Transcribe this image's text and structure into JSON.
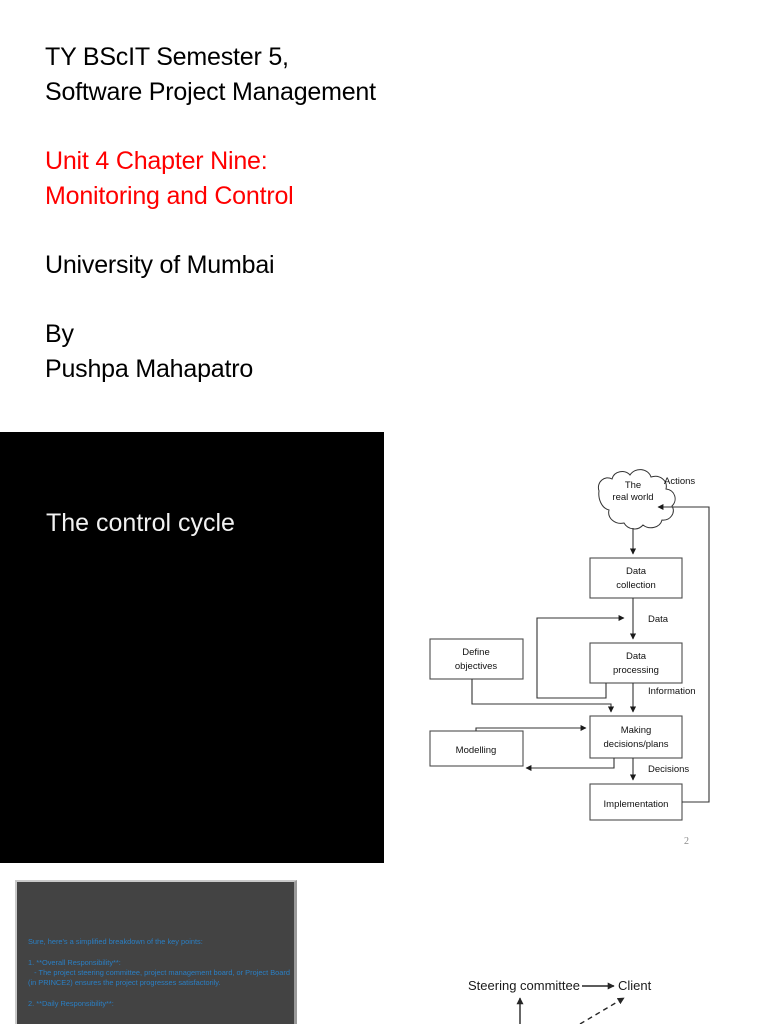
{
  "slide_title": {
    "lines": [
      {
        "text": "TY BScIT Semester 5,",
        "color": "#000000"
      },
      {
        "text": "Software Project Management",
        "color": "#000000"
      },
      {
        "text": "",
        "color": "#000000"
      },
      {
        "text": "Unit 4 Chapter Nine:",
        "color": "#FF0000"
      },
      {
        "text": "Monitoring and Control",
        "color": "#FF0000"
      },
      {
        "text": "",
        "color": "#000000"
      },
      {
        "text": "University of Mumbai",
        "color": "#000000"
      },
      {
        "text": "",
        "color": "#000000"
      },
      {
        "text": "By",
        "color": "#000000"
      },
      {
        "text": "Pushpa Mahapatro",
        "color": "#000000"
      }
    ],
    "line1": "TY BScIT Semester 5,",
    "line2": "Software Project Management",
    "line3": "Unit 4 Chapter Nine:",
    "line4": "Monitoring and Control",
    "line5": "University of Mumbai",
    "line6": "By",
    "line7": "Pushpa Mahapatro",
    "accent_color": "#FF0000"
  },
  "black_panel": {
    "title": "The control cycle",
    "background": "#000000",
    "text_color": "#F2F2F2"
  },
  "grey_panel": {
    "background": "#434343",
    "text_color": "#2A7FC4",
    "body": "Sure, here's a simplified breakdown of the key points:\n\n1. **Overall Responsibility**:\n   - The project steering committee, project management board, or Project Board (in PRINCE2) ensures the project progresses satisfactorily.\n\n2. **Daily Responsibility**:"
  },
  "control_cycle_diagram": {
    "page_number": "2",
    "nodes": {
      "real_world": "The\nreal world",
      "real_world_line1": "The",
      "real_world_line2": "real world",
      "data_collection_line1": "Data",
      "data_collection_line2": "collection",
      "data_processing_line1": "Data",
      "data_processing_line2": "processing",
      "define_objectives_line1": "Define",
      "define_objectives_line2": "objectives",
      "making_decisions_line1": "Making",
      "making_decisions_line2": "decisions/plans",
      "modelling": "Modelling",
      "implementation": "Implementation"
    },
    "edge_labels": {
      "actions": "Actions",
      "data": "Data",
      "information": "Information",
      "decisions": "Decisions"
    }
  },
  "steering_fragment": {
    "steering_committee": "Steering committee",
    "client": "Client"
  }
}
